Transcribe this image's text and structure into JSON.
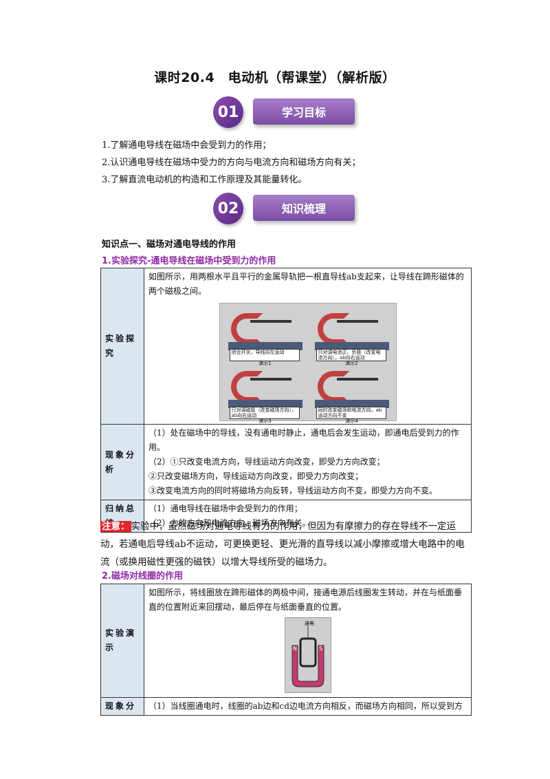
{
  "title": "课时20.4　电动机（帮课堂）（解析版）",
  "sections": [
    {
      "num": "01",
      "label": "学习目标"
    },
    {
      "num": "02",
      "label": "知识梳理"
    }
  ],
  "goals": [
    "1.了解通电导线在磁场中会受到力的作用；",
    "2.认识通电导线在磁场中受力的方向与电流方向和磁场方向有关；",
    "3.了解直流电动机的构造和工作原理及其能量转化。"
  ],
  "kp1_heading": "知识点一、磁场对通电导线的作用",
  "sub1_heading": "1.实验探究-通电导线在磁场中受到力的作用",
  "table1": {
    "row1_label": "实验探究",
    "row1_text": "如图所示，用两根水平且平行的金属导轨把一根直导线ab支起来，让导线在蹄形磁体的两个磁极之间。",
    "figure_captions": [
      "闭合开关，导线向左运动",
      "只对调电池正、负极（改变电流方向），ab向右运动",
      "只对调磁极（改变磁场方向），ab向右运动",
      "同时改变磁场和电流方向，ab运动方向不变"
    ],
    "figure_titles": [
      "演示1",
      "演示2",
      "演示3",
      "演示4"
    ],
    "row2_label": "现象分析",
    "row2_lines": [
      "（1）处在磁场中的导线，没有通电时静止，通电后会发生运动，即通电后受到力的作用。",
      "（2）①只改变电流方向，导线运动方向改变，即受力方向改变；",
      "②只改变磁场方向，导线运动方向改变，即受力方向改变；",
      "③改变电流方向的同时将磁场方向反转，导线运动方向不变，即受力方向不变。"
    ],
    "row3_label": "归纳总结",
    "row3_lines": [
      "（1）通电导线在磁场中会受到力的作用；",
      "（2）力的方向和电流方向、磁场方向有关。"
    ]
  },
  "note": {
    "tag": "注意：",
    "text": "实验中，虽然磁场对通电导线有力的作用，但因为有摩擦力的存在导线不一定运动，若通电后导线ab不运动，可更换更轻、更光滑的直导线以减小摩擦或增大电路中的电流（或换用磁性更强的磁铁）以增大导线所受的磁场力。"
  },
  "sub2_heading": "2.磁场对线圈的作用",
  "table2": {
    "row1_label": "实验演示",
    "row1_text": "如图所示，将线圈放在蹄形磁体的两极中间，接通电源后线圈发生转动，并在与纸面垂直的位置附近来回摆动，最后停在与纸面垂直的位置。",
    "figure_label": "通电",
    "pole_labels": [
      "N",
      "S"
    ],
    "row2_label": "现象分",
    "row2_text": "（1）当线圈通电时，线圈的ab边和cd边电流方向相反，而磁场方向相同，所以受到方"
  }
}
